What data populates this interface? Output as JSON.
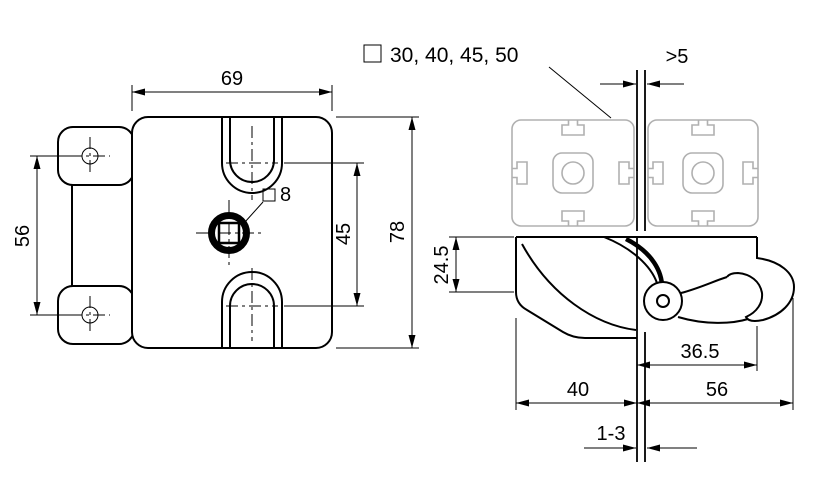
{
  "front_view": {
    "width": "69",
    "hole_spacing": "56",
    "slot_spacing": "45",
    "height": "78",
    "square_drive_size": "8",
    "square_drive_symbol": "□"
  },
  "profile": {
    "square_symbol": "□",
    "sizes": "30, 40, 45, 50",
    "gap": ">5"
  },
  "side_view": {
    "top_depth": "24.5",
    "pivot_offset": "36.5",
    "body_width": "40",
    "hook_reach": "56",
    "panel_thickness": "1-3"
  },
  "colors": {
    "line": "#000000",
    "profile_gray": "#b0b0b0",
    "background": "#ffffff"
  }
}
